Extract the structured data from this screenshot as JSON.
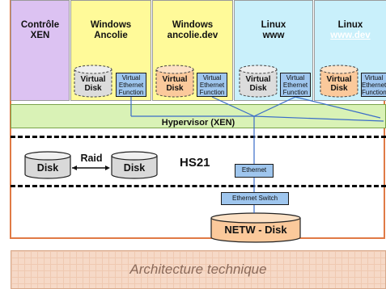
{
  "columns": [
    {
      "title": "Contrôle",
      "subtitle": "XEN"
    },
    {
      "title": "Windows",
      "subtitle": "Ancolie",
      "disk": "Virtual Disk",
      "eth": "Virtual Ethernet Function"
    },
    {
      "title": "Windows",
      "subtitle": "ancolie.dev",
      "disk": "Virtual Disk",
      "eth": "Virtual Ethernet Function"
    },
    {
      "title": "Linux",
      "subtitle": "www",
      "disk": "Virtual Disk",
      "eth": "Virtual Ethernet Function"
    },
    {
      "title": "Linux",
      "subtitle": "www.dev",
      "disk": "Virtual Disk",
      "eth": "Virtual Ethernet Function"
    }
  ],
  "hypervisor": "Hypervisor (XEN)",
  "server": {
    "disk1": "Disk",
    "raid": "Raid",
    "disk2": "Disk",
    "name": "HS21",
    "ethernet": "Ethernet"
  },
  "network": {
    "switch": "Ethernet Switch",
    "netw_disk": "NETW - Disk"
  },
  "footer": "Architecture technique",
  "colors": {
    "control": "#dcc2f2",
    "windows": "#fffa99",
    "linux": "#c9f0fb",
    "disk_gray": "#dcdcdc",
    "disk_orange": "#fbc99b",
    "ethernet": "#9fc6ee",
    "hypervisor": "#d9f2b6",
    "border": "#e07a45"
  }
}
